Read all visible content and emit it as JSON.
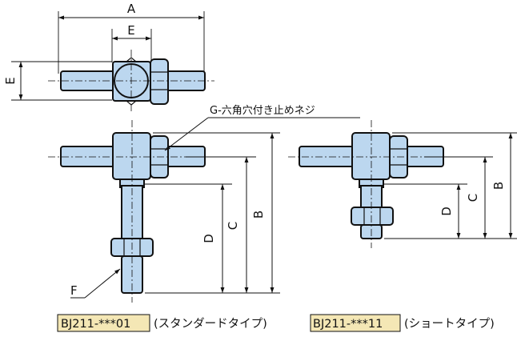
{
  "dimensions": {
    "a": "A",
    "b": "B",
    "c": "C",
    "d": "D",
    "e": "E",
    "f": "F"
  },
  "callout": {
    "hex_socket_screw": "G-六角穴付き止めネジ"
  },
  "models": [
    {
      "code": "BJ211-***01",
      "type": "(スタンダードタイプ)"
    },
    {
      "code": "BJ211-***11",
      "type": "(ショートタイプ)"
    }
  ],
  "colors": {
    "part_fill": "#bcd7ef",
    "code_box_fill": "#f4e7b5",
    "line": "#111111"
  }
}
